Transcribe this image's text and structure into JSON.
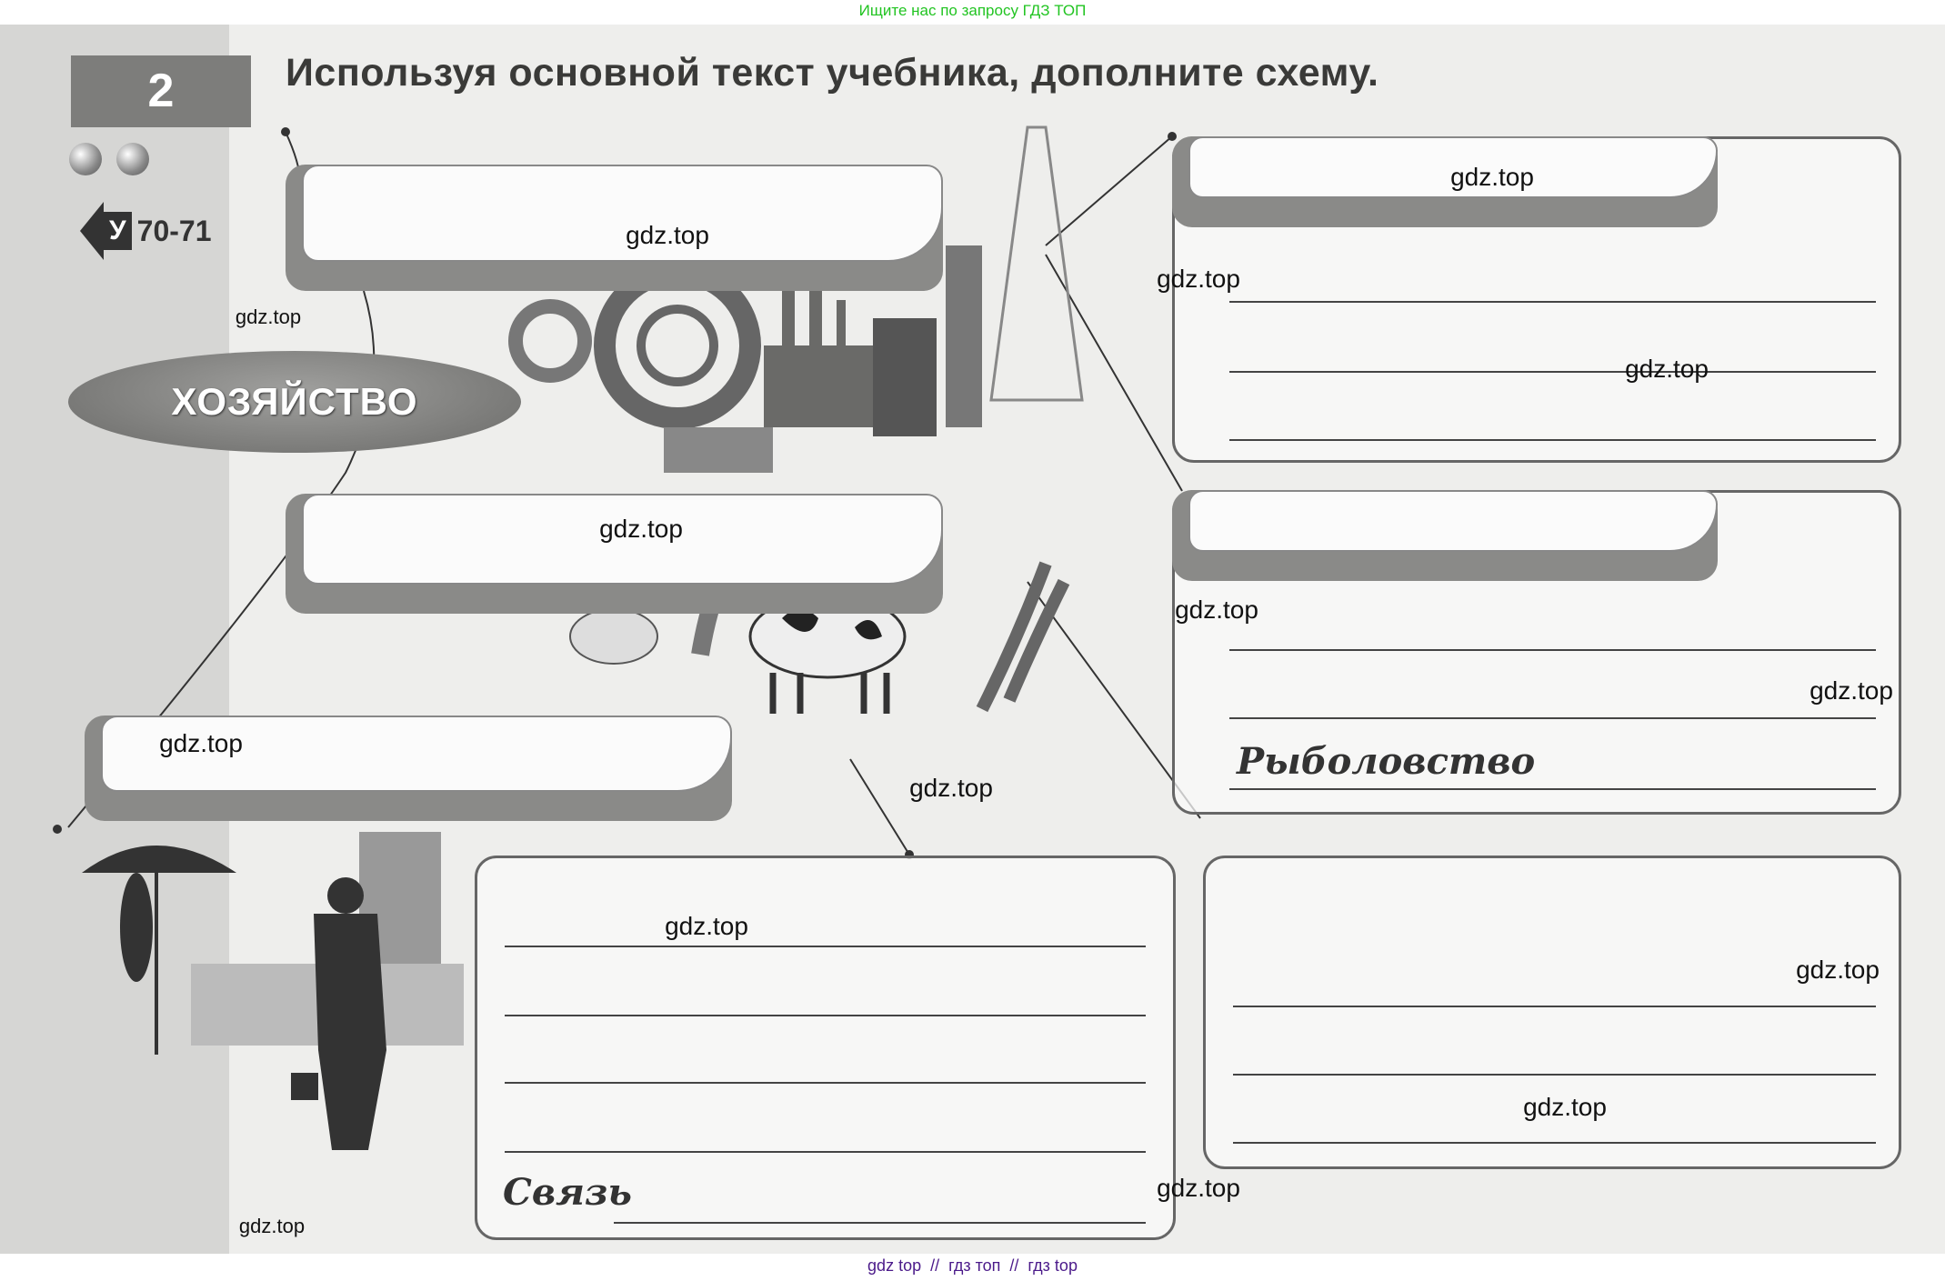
{
  "banner": "Ищите нас по запросу ГДЗ ТОП",
  "task": {
    "number": "2",
    "title": "Используя основной текст учебника, дополните схему.",
    "textbook_letter": "У",
    "pages": "70-71"
  },
  "center_label": "ХОЗЯЙСТВО",
  "boxes": {
    "fishing_label": "Рыболовство",
    "communication_label": "Связь"
  },
  "watermarks": [
    "gdz.top",
    "gdz.top",
    "gdz.top",
    "gdz.top",
    "gdz.top",
    "gdz.top",
    "gdz.top",
    "gdz.top",
    "gdz.top",
    "gdz.top",
    "gdz.top",
    "gdz.top",
    "gdz.top",
    "gdz.top",
    "gdz.top"
  ],
  "footer": "gdz top  //  гдз топ  //  гдз top"
}
